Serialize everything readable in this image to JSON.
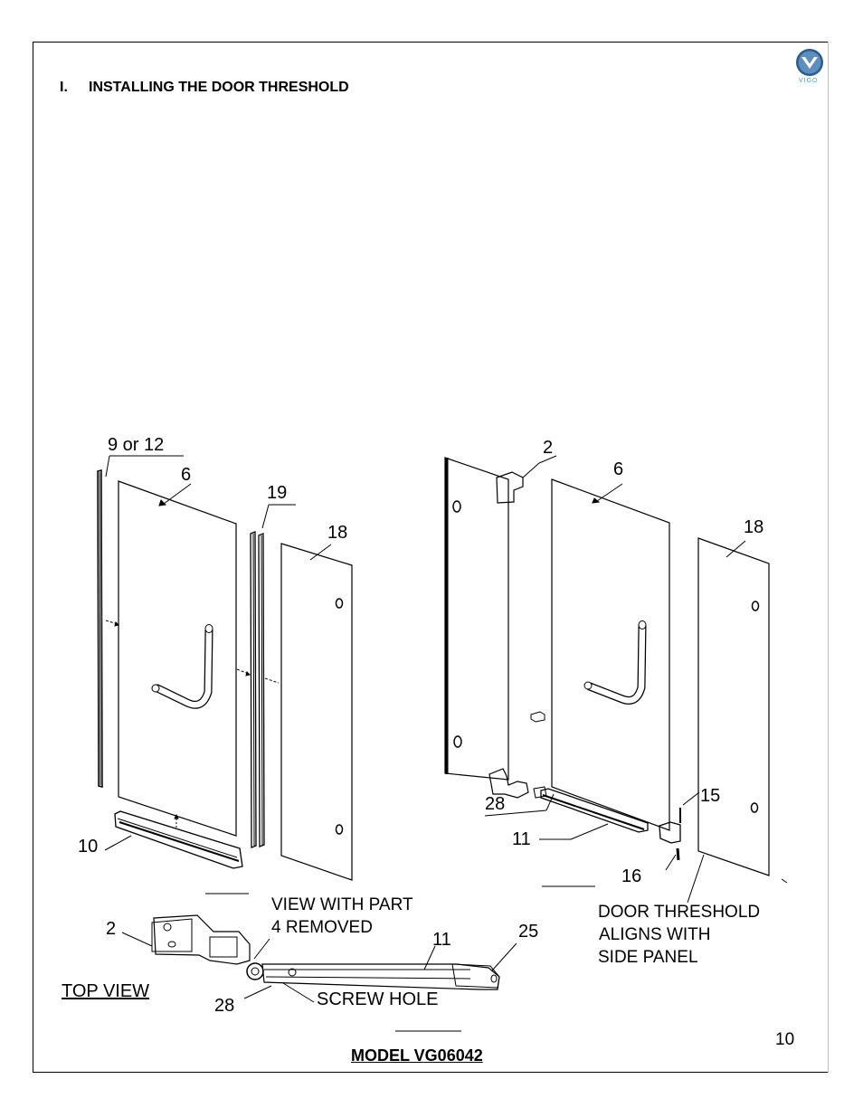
{
  "section": {
    "number": "I.",
    "title": "INSTALLING THE DOOR THRESHOLD"
  },
  "logo": {
    "text": "VIGO"
  },
  "left_diagram": {
    "labels": {
      "seal": "9 or 12",
      "door": "6",
      "strip": "19",
      "panel": "18",
      "threshold": "10"
    }
  },
  "right_diagram": {
    "labels": {
      "hinge": "2",
      "door": "6",
      "panel": "18",
      "cap": "28",
      "threshold": "11",
      "screw": "15",
      "pin": "16"
    },
    "note": [
      "DOOR THRESHOLD",
      "ALIGNS WITH",
      "SIDE PANEL"
    ]
  },
  "top_view": {
    "caption": "TOP VIEW",
    "heading": [
      "VIEW WITH PART",
      "4 REMOVED"
    ],
    "labels": {
      "hinge": "2",
      "threshold": "11",
      "end_cap": "25",
      "cap": "28",
      "screw_hole": "SCREW HOLE"
    }
  },
  "footer": {
    "page_number": "10",
    "model": "MODEL VG06042"
  }
}
